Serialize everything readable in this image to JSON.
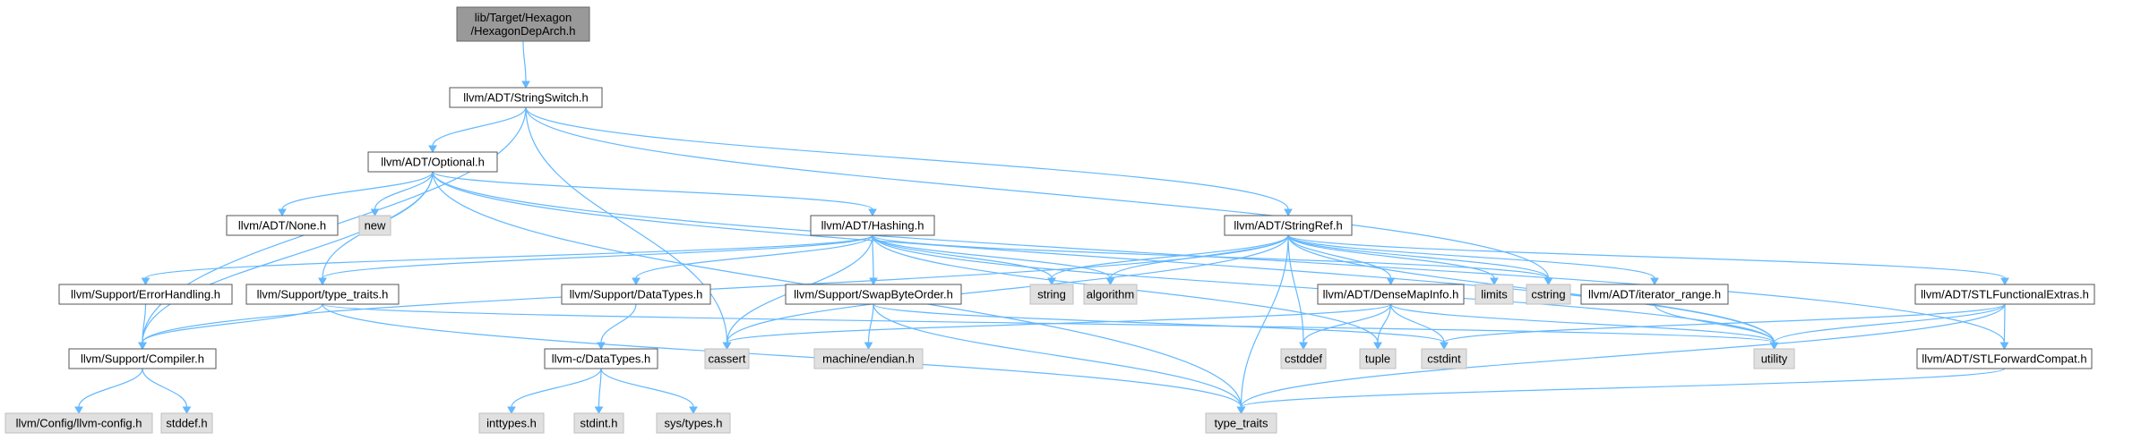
{
  "graph": {
    "nodes": [
      {
        "id": "root",
        "lines": [
          "lib/Target/Hexagon",
          "/HexagonDepArch.h"
        ],
        "kind": "root"
      },
      {
        "id": "stringswitch",
        "lines": [
          "llvm/ADT/StringSwitch.h"
        ],
        "kind": "normal"
      },
      {
        "id": "optional",
        "lines": [
          "llvm/ADT/Optional.h"
        ],
        "kind": "normal"
      },
      {
        "id": "none",
        "lines": [
          "llvm/ADT/None.h"
        ],
        "kind": "normal"
      },
      {
        "id": "new",
        "lines": [
          "new"
        ],
        "kind": "external"
      },
      {
        "id": "hashing",
        "lines": [
          "llvm/ADT/Hashing.h"
        ],
        "kind": "normal"
      },
      {
        "id": "stringref",
        "lines": [
          "llvm/ADT/StringRef.h"
        ],
        "kind": "normal"
      },
      {
        "id": "errorhandling",
        "lines": [
          "llvm/Support/ErrorHandling.h"
        ],
        "kind": "normal"
      },
      {
        "id": "typetraitsh",
        "lines": [
          "llvm/Support/type_traits.h"
        ],
        "kind": "normal"
      },
      {
        "id": "datatypes",
        "lines": [
          "llvm/Support/DataTypes.h"
        ],
        "kind": "normal"
      },
      {
        "id": "swapbyteorder",
        "lines": [
          "llvm/Support/SwapByteOrder.h"
        ],
        "kind": "normal"
      },
      {
        "id": "string",
        "lines": [
          "string"
        ],
        "kind": "external"
      },
      {
        "id": "algorithm",
        "lines": [
          "algorithm"
        ],
        "kind": "external"
      },
      {
        "id": "densemapinfo",
        "lines": [
          "llvm/ADT/DenseMapInfo.h"
        ],
        "kind": "normal"
      },
      {
        "id": "limits",
        "lines": [
          "limits"
        ],
        "kind": "external"
      },
      {
        "id": "cstring",
        "lines": [
          "cstring"
        ],
        "kind": "external"
      },
      {
        "id": "iteratorrange",
        "lines": [
          "llvm/ADT/iterator_range.h"
        ],
        "kind": "normal"
      },
      {
        "id": "stlfunctional",
        "lines": [
          "llvm/ADT/STLFunctionalExtras.h"
        ],
        "kind": "normal"
      },
      {
        "id": "compiler",
        "lines": [
          "llvm/Support/Compiler.h"
        ],
        "kind": "normal"
      },
      {
        "id": "cassert",
        "lines": [
          "cassert"
        ],
        "kind": "external"
      },
      {
        "id": "cdatatypes",
        "lines": [
          "llvm-c/DataTypes.h"
        ],
        "kind": "normal"
      },
      {
        "id": "endian",
        "lines": [
          "machine/endian.h"
        ],
        "kind": "external"
      },
      {
        "id": "cstddef",
        "lines": [
          "cstddef"
        ],
        "kind": "external"
      },
      {
        "id": "tuple",
        "lines": [
          "tuple"
        ],
        "kind": "external"
      },
      {
        "id": "cstdint",
        "lines": [
          "cstdint"
        ],
        "kind": "external"
      },
      {
        "id": "utility",
        "lines": [
          "utility"
        ],
        "kind": "external"
      },
      {
        "id": "stlforward",
        "lines": [
          "llvm/ADT/STLForwardCompat.h"
        ],
        "kind": "normal"
      },
      {
        "id": "llvmconfig",
        "lines": [
          "llvm/Config/llvm-config.h"
        ],
        "kind": "external"
      },
      {
        "id": "stddef",
        "lines": [
          "stddef.h"
        ],
        "kind": "external"
      },
      {
        "id": "inttypes",
        "lines": [
          "inttypes.h"
        ],
        "kind": "external"
      },
      {
        "id": "stdint",
        "lines": [
          "stdint.h"
        ],
        "kind": "external"
      },
      {
        "id": "systypes",
        "lines": [
          "sys/types.h"
        ],
        "kind": "external"
      },
      {
        "id": "typetraits",
        "lines": [
          "type_traits"
        ],
        "kind": "external"
      }
    ],
    "edges": [
      [
        "root",
        "stringswitch"
      ],
      [
        "stringswitch",
        "optional"
      ],
      [
        "stringswitch",
        "stringref"
      ],
      [
        "stringswitch",
        "compiler"
      ],
      [
        "stringswitch",
        "cassert"
      ],
      [
        "stringswitch",
        "cstring"
      ],
      [
        "optional",
        "none"
      ],
      [
        "optional",
        "new"
      ],
      [
        "optional",
        "hashing"
      ],
      [
        "optional",
        "typetraitsh"
      ],
      [
        "optional",
        "compiler"
      ],
      [
        "optional",
        "typetraits"
      ],
      [
        "optional",
        "utility"
      ],
      [
        "optional",
        "stlforward"
      ],
      [
        "hashing",
        "errorhandling"
      ],
      [
        "hashing",
        "typetraitsh"
      ],
      [
        "hashing",
        "datatypes"
      ],
      [
        "hashing",
        "swapbyteorder"
      ],
      [
        "hashing",
        "string"
      ],
      [
        "hashing",
        "algorithm"
      ],
      [
        "hashing",
        "cassert"
      ],
      [
        "hashing",
        "tuple"
      ],
      [
        "hashing",
        "utility"
      ],
      [
        "hashing",
        "cstring"
      ],
      [
        "stringref",
        "densemapinfo"
      ],
      [
        "stringref",
        "iteratorrange"
      ],
      [
        "stringref",
        "stlfunctional"
      ],
      [
        "stringref",
        "compiler"
      ],
      [
        "stringref",
        "algorithm"
      ],
      [
        "stringref",
        "cassert"
      ],
      [
        "stringref",
        "cstddef"
      ],
      [
        "stringref",
        "cstring"
      ],
      [
        "stringref",
        "limits"
      ],
      [
        "stringref",
        "string"
      ],
      [
        "stringref",
        "typetraits"
      ],
      [
        "stringref",
        "utility"
      ],
      [
        "errorhandling",
        "compiler"
      ],
      [
        "typetraitsh",
        "compiler"
      ],
      [
        "typetraitsh",
        "typetraits"
      ],
      [
        "typetraitsh",
        "utility"
      ],
      [
        "datatypes",
        "cdatatypes"
      ],
      [
        "swapbyteorder",
        "endian"
      ],
      [
        "swapbyteorder",
        "cstdint"
      ],
      [
        "swapbyteorder",
        "typetraits"
      ],
      [
        "densemapinfo",
        "cassert"
      ],
      [
        "densemapinfo",
        "cstddef"
      ],
      [
        "densemapinfo",
        "cstdint"
      ],
      [
        "densemapinfo",
        "tuple"
      ],
      [
        "densemapinfo",
        "utility"
      ],
      [
        "iteratorrange",
        "utility"
      ],
      [
        "stlfunctional",
        "stlforward"
      ],
      [
        "stlfunctional",
        "cstdint"
      ],
      [
        "stlfunctional",
        "typetraits"
      ],
      [
        "stlfunctional",
        "utility"
      ],
      [
        "stlforward",
        "typetraits"
      ],
      [
        "compiler",
        "llvmconfig"
      ],
      [
        "compiler",
        "stddef"
      ],
      [
        "cdatatypes",
        "inttypes"
      ],
      [
        "cdatatypes",
        "stdint"
      ],
      [
        "cdatatypes",
        "systypes"
      ]
    ]
  },
  "colors": {
    "edge": "#63b8ff",
    "root_fill": "#999999",
    "external_fill": "#e0e0e0",
    "normal_fill": "#ffffff"
  }
}
